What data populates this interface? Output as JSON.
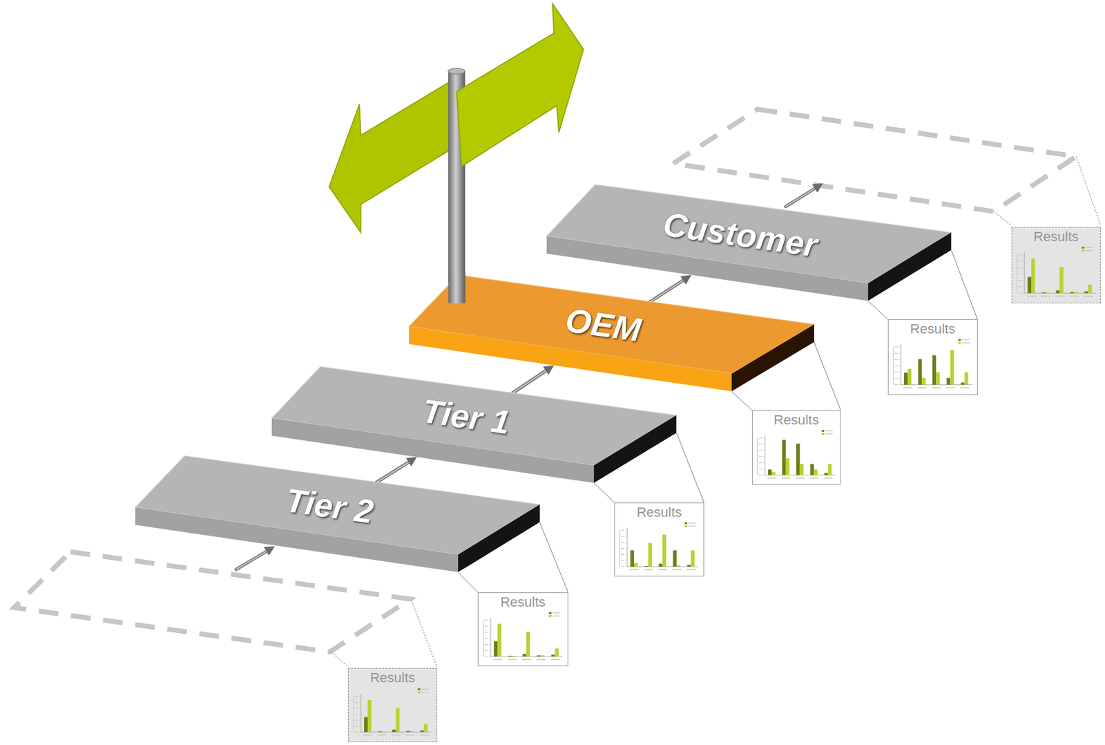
{
  "diagram": {
    "nodes": [
      {
        "text": [
          "Tier 2"
        ]
      },
      {
        "text": [
          "Tier 1"
        ]
      },
      {
        "text": [
          "OEM"
        ]
      },
      {
        "text": [
          "Customer"
        ]
      },
      {
        "text": [
          "Results"
        ]
      },
      {
        "text": [
          "Results"
        ]
      },
      {
        "text": [
          "Results"
        ]
      },
      {
        "text": [
          "Results"
        ]
      },
      {
        "text": [
          "Results"
        ]
      },
      {
        "text": [
          "Results"
        ]
      }
    ],
    "edges": [
      {
        "from": 0,
        "to": 1,
        "arrow": "to"
      },
      {
        "from": 1,
        "to": 2,
        "arrow": "to"
      },
      {
        "from": 2,
        "to": 3,
        "arrow": "to"
      },
      {
        "from": 0,
        "to": 5,
        "arrow": "none"
      },
      {
        "from": 1,
        "to": 6,
        "arrow": "none"
      },
      {
        "from": 2,
        "to": 7,
        "arrow": "none"
      },
      {
        "from": 3,
        "to": 8,
        "arrow": "none"
      }
    ]
  }
}
